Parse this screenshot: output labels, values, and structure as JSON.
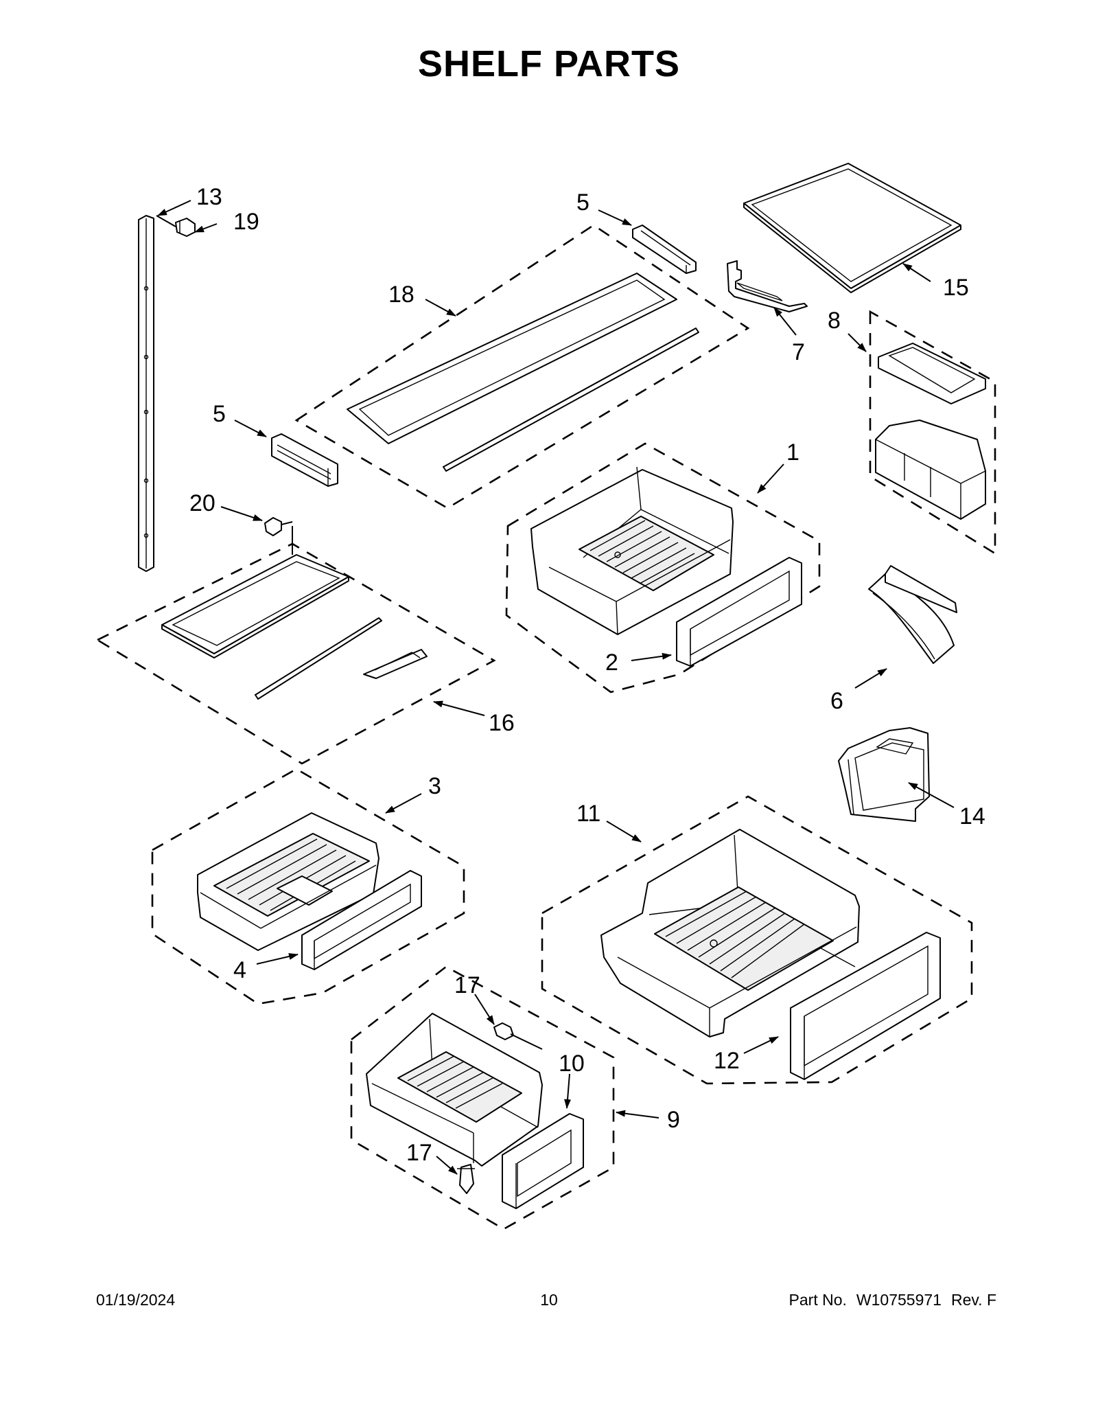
{
  "title": "SHELF PARTS",
  "callouts": [
    {
      "id": "c13",
      "label": "13"
    },
    {
      "id": "c19",
      "label": "19"
    },
    {
      "id": "c5a",
      "label": "5"
    },
    {
      "id": "c15",
      "label": "15"
    },
    {
      "id": "c18",
      "label": "18"
    },
    {
      "id": "c7",
      "label": "7"
    },
    {
      "id": "c8",
      "label": "8"
    },
    {
      "id": "c5b",
      "label": "5"
    },
    {
      "id": "c1",
      "label": "1"
    },
    {
      "id": "c20",
      "label": "20"
    },
    {
      "id": "c2",
      "label": "2"
    },
    {
      "id": "c6",
      "label": "6"
    },
    {
      "id": "c16",
      "label": "16"
    },
    {
      "id": "c3",
      "label": "3"
    },
    {
      "id": "c14",
      "label": "14"
    },
    {
      "id": "c11",
      "label": "11"
    },
    {
      "id": "c4",
      "label": "4"
    },
    {
      "id": "c17a",
      "label": "17"
    },
    {
      "id": "c10",
      "label": "10"
    },
    {
      "id": "c9",
      "label": "9"
    },
    {
      "id": "c12",
      "label": "12"
    },
    {
      "id": "c17b",
      "label": "17"
    }
  ],
  "footer": {
    "date": "01/19/2024",
    "page": "10",
    "part_label": "Part No.",
    "part_number": "W10755971",
    "revision": "Rev.  F"
  }
}
